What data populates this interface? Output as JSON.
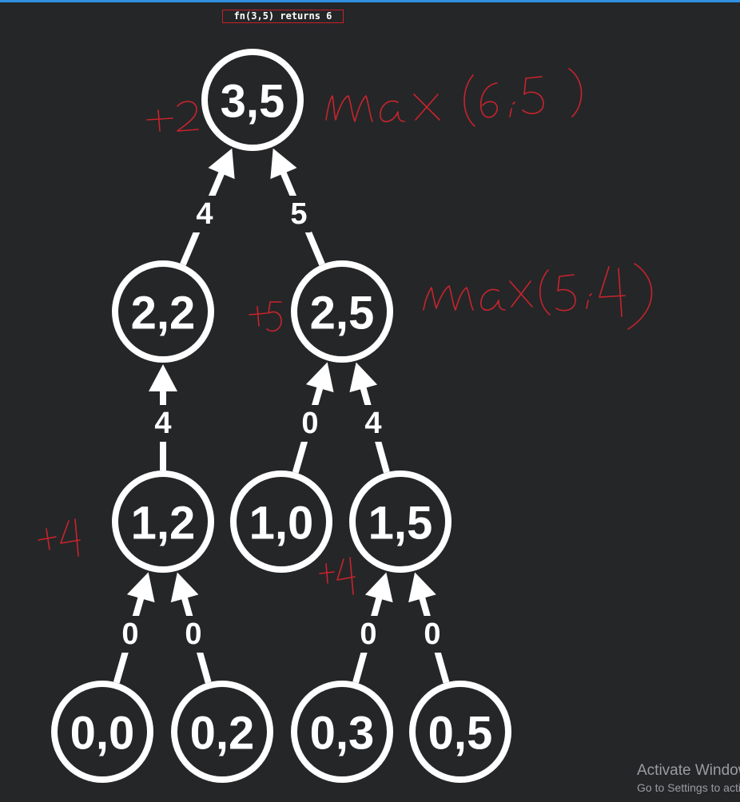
{
  "caption": "fn(3,5) returns 6",
  "tree": {
    "nodes": [
      {
        "id": "n35",
        "label": "3,5"
      },
      {
        "id": "n22",
        "label": "2,2"
      },
      {
        "id": "n25",
        "label": "2,5"
      },
      {
        "id": "n12",
        "label": "1,2"
      },
      {
        "id": "n10",
        "label": "1,0"
      },
      {
        "id": "n15",
        "label": "1,5"
      },
      {
        "id": "n00",
        "label": "0,0"
      },
      {
        "id": "n02",
        "label": "0,2"
      },
      {
        "id": "n03",
        "label": "0,3"
      },
      {
        "id": "n05",
        "label": "0,5"
      }
    ],
    "edges": [
      {
        "from": "n22",
        "to": "n35",
        "label": "4"
      },
      {
        "from": "n25",
        "to": "n35",
        "label": "5"
      },
      {
        "from": "n12",
        "to": "n22",
        "label": "4"
      },
      {
        "from": "n10",
        "to": "n25",
        "label": "0"
      },
      {
        "from": "n15",
        "to": "n25",
        "label": "4"
      },
      {
        "from": "n00",
        "to": "n12",
        "label": "0"
      },
      {
        "from": "n02",
        "to": "n12",
        "label": "0"
      },
      {
        "from": "n03",
        "to": "n15",
        "label": "0"
      },
      {
        "from": "n05",
        "to": "n15",
        "label": "0"
      }
    ]
  },
  "annotations": {
    "root_value": "+2",
    "root_max": "max(6,5)",
    "right_mid_value": "+5",
    "right_mid_max": "max(5,4)",
    "left_low_value": "+4",
    "right_low_value": "+4"
  },
  "colors": {
    "background": "#252628",
    "foreground": "#ffffff",
    "annotation": "#c8242c",
    "accent": "#2f8fe0"
  },
  "watermark": {
    "title": "Activate Windows",
    "subtitle": "Go to Settings to activate Windows."
  }
}
